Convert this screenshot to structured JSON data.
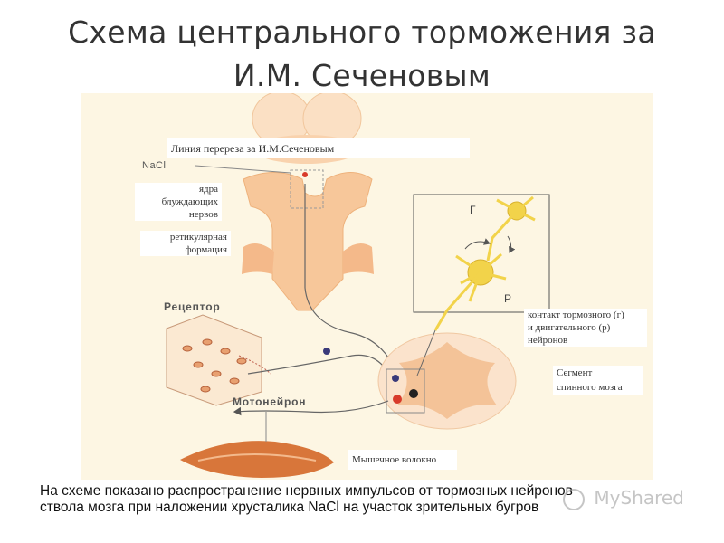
{
  "slide": {
    "title_line1": "Схема центрального торможения за",
    "title_line2": "И.М. Сеченовым"
  },
  "diagram": {
    "labels": {
      "cut_line": "Линия перереза за И.М.Сеченовым",
      "nacl": "NaCl",
      "vagus_nuclei_1": "ядра",
      "vagus_nuclei_2": "блуждающих",
      "vagus_nuclei_3": "нервов",
      "reticular_1": "ретикулярная",
      "reticular_2": "формация",
      "receptor": "Рецептор",
      "motoneuron": "Мотонейрон",
      "muscle_fiber": "Мышечное волокно",
      "contact_1": "контакт  тормозного (г)",
      "contact_2": "и двигательного (р)",
      "contact_3": "нейронов",
      "segment_1": "Сегмент",
      "segment_2": "спинного мозга",
      "inset_g": "Г",
      "inset_r": "Р"
    }
  },
  "caption": {
    "line1": "На схеме показано распространение нервных импульсов от тормозных нейронов",
    "line2": "ствола мозга при наложении хрусталика NaCl на участок зрительных бугров"
  },
  "watermark": {
    "text": "MyShared"
  },
  "colors": {
    "brain": "#f7c79a",
    "nerve": "#555555",
    "neuron": "#f2d34a",
    "muscle": "#d8763a",
    "inhibitory_dot": "#3a3a7a",
    "motor_dot": "#d83a2a"
  }
}
